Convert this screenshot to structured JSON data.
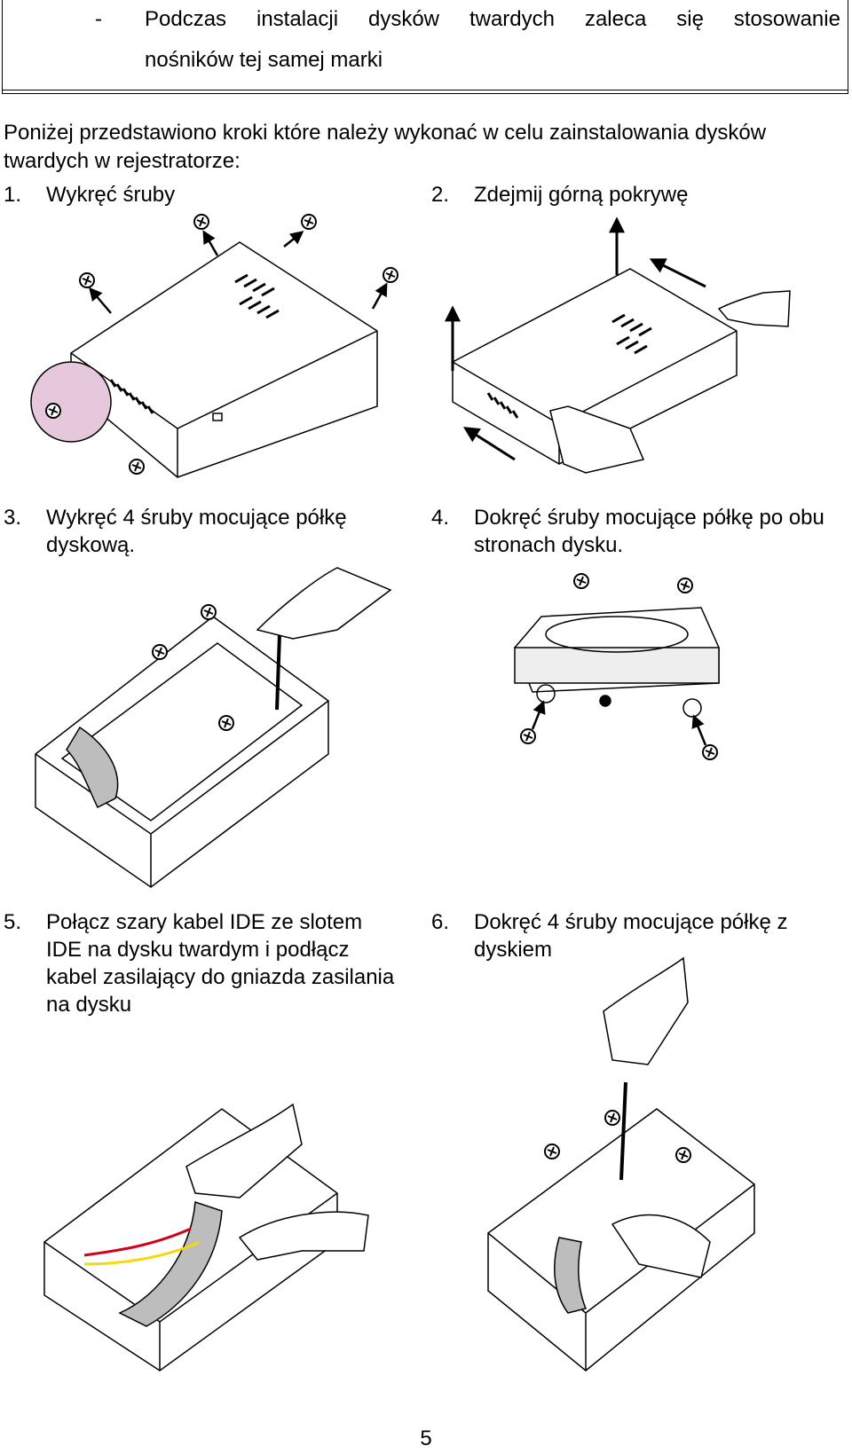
{
  "note": {
    "bullet": "-",
    "words": [
      "Podczas",
      "instalacji",
      "dysków",
      "twardych",
      "zaleca",
      "się",
      "stosowanie"
    ],
    "line2": "nośników tej samej marki"
  },
  "intro": "Poniżej przedstawiono kroki które należy wykonać w celu zainstalowania dysków twardych w rejestratorze:",
  "steps": [
    {
      "num": "1.",
      "text": "Wykręć śruby"
    },
    {
      "num": "2.",
      "text": "Zdejmij górną pokrywę"
    },
    {
      "num": "3.",
      "lines": [
        "Wykręć 4 śruby mocujące półkę",
        "dyskową."
      ]
    },
    {
      "num": "4.",
      "lines": [
        "Dokręć śruby mocujące półkę po obu",
        "stronach dysku."
      ]
    },
    {
      "num": "5.",
      "lines": [
        "Połącz szary kabel IDE ze slotem",
        "IDE na dysku twardym i podłącz",
        "kabel zasilający do gniazda zasilania",
        "na dysku"
      ]
    },
    {
      "num": "6.",
      "lines": [
        "Dokręć 4 śruby mocujące półkę z",
        "dyskiem"
      ]
    }
  ],
  "colors": {
    "zoom_circle": "#e6c8dc",
    "line": "#000000",
    "cable": "#bdbdbd",
    "wire_red": "#d0021b",
    "wire_yellow": "#f5d90a"
  },
  "page_number": "5"
}
